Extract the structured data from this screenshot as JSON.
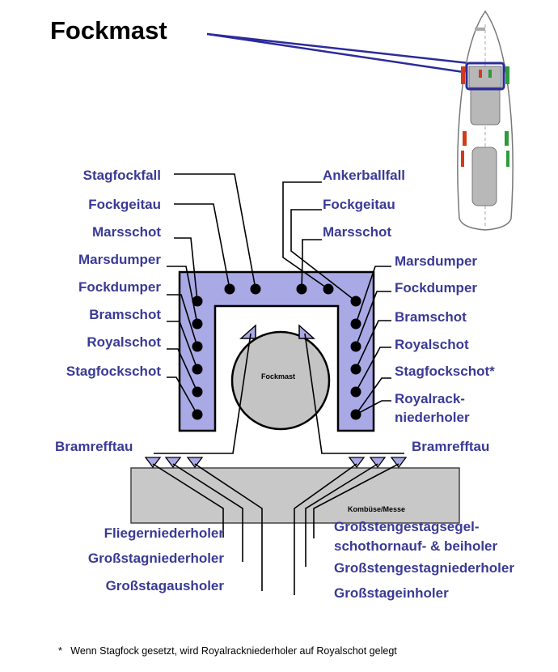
{
  "title": "Fockmast",
  "mast_label": "Fockmast",
  "deckhouse_label": "Kombüse/Messe",
  "colors": {
    "label": "#3a3a96",
    "rail": "#a9a9e6",
    "mast": "#c4c4c4",
    "deckhouse": "#c8c8c8",
    "port": "#d23a1e",
    "starboard": "#2e9a3a",
    "highlight": "#2b2b9a"
  },
  "labels_left": [
    "Stagfockfall",
    "Fockgeitau",
    "Marsschot",
    "Marsdumper",
    "Fockdumper",
    "Bramschot",
    "Royalschot",
    "Stagfockschot"
  ],
  "labels_right_top": [
    "Ankerballfall",
    "Fockgeitau",
    "Marsschot"
  ],
  "labels_right": [
    "Marsdumper",
    "Fockdumper",
    "Bramschot",
    "Royalschot",
    "Stagfockschot*",
    "Royalrack-",
    "niederholer"
  ],
  "bramrefftau_left": "Bramrefftau",
  "bramrefftau_right": "Bramrefftau",
  "labels_bottom_left": [
    "Fliegerniederholer",
    "Großstagniederholer",
    "Großstagausholer"
  ],
  "labels_bottom_right": [
    "Großstengestagsegel-",
    "schothornauf- & beiholer",
    "Großstengestagniederholer",
    "Großstageinholer"
  ],
  "footnote": "*   Wenn Stagfock gesetzt, wird Royalrackniederholer auf Royalschot gelegt"
}
